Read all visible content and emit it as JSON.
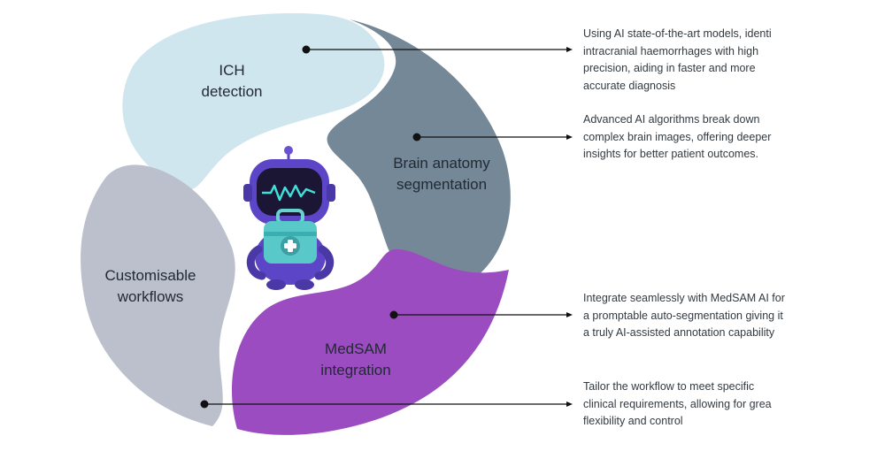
{
  "segments": [
    {
      "id": "ich",
      "label_lines": [
        "ICH",
        "detection"
      ],
      "color": "#cfe6ee",
      "description": [
        "Using AI state-of-the-art models, identi",
        "intracranial haemorrhages with high",
        "precision, aiding in faster and more",
        "accurate diagnosis"
      ]
    },
    {
      "id": "brain",
      "label_lines": [
        "Brain anatomy",
        "segmentation"
      ],
      "color": "#758898",
      "description": [
        "Advanced AI algorithms break down",
        "complex brain images, offering deeper",
        "insights for better patient outcomes."
      ]
    },
    {
      "id": "medsam",
      "label_lines": [
        "MedSAM",
        "integration"
      ],
      "color": "#9a4cc0",
      "description": [
        "Integrate seamlessly with MedSAM AI for",
        "a promptable auto-segmentation giving it",
        "a truly AI-assisted annotation capability"
      ]
    },
    {
      "id": "workflows",
      "label_lines": [
        "Customisable",
        "workflows"
      ],
      "color": "#bcc0cc",
      "description": [
        "Tailor the workflow to meet specific",
        "clinical requirements, allowing for grea",
        "flexibility and control"
      ]
    }
  ],
  "robot_icon": "robot-holding-medical-kit-icon"
}
